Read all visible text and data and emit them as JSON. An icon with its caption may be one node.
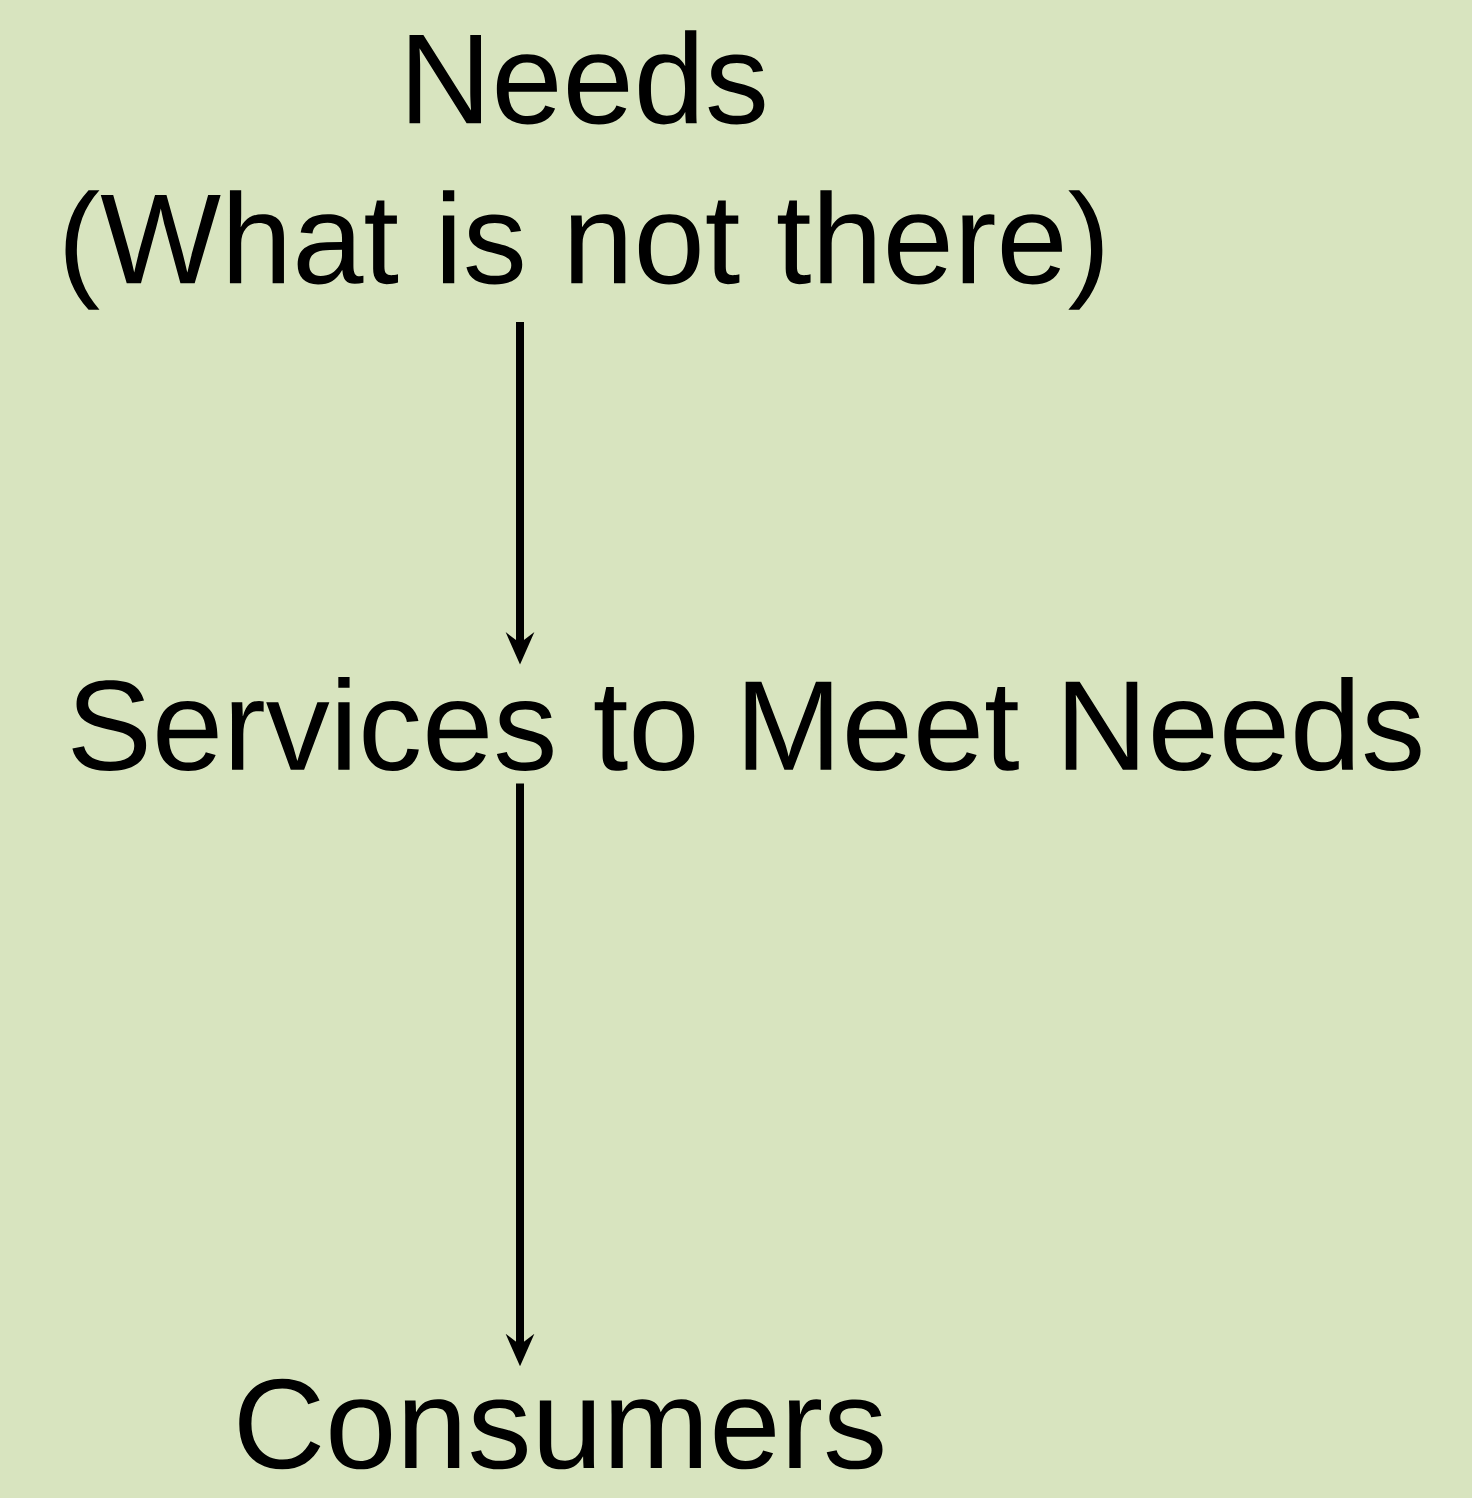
{
  "diagram": {
    "nodes": [
      {
        "text": [
          "Needs",
          "(What is not there)"
        ]
      },
      {
        "text": [
          "Services to Meet Needs"
        ]
      },
      {
        "text": [
          "Consumers"
        ]
      }
    ],
    "edges": [
      {
        "from": 0,
        "to": 1,
        "arrow": "to"
      },
      {
        "from": 1,
        "to": 2,
        "arrow": "to"
      }
    ]
  }
}
